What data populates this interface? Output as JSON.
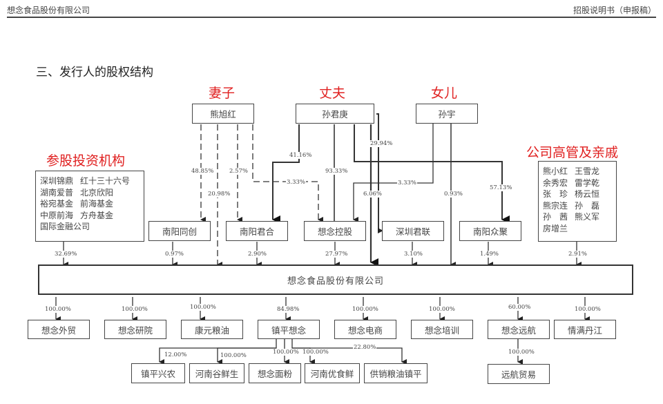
{
  "header": {
    "company": "想念食品股份有限公司",
    "doc_type": "招股说明书（申报稿）"
  },
  "section_title": "三、发行人的股权结构",
  "annotations": {
    "wife": "妻子",
    "husband": "丈夫",
    "daughter": "女儿",
    "investors": "参股投资机构",
    "executives": "公司高管及亲戚"
  },
  "colors": {
    "annotation": "#e02020",
    "line": "#333333"
  },
  "persons": {
    "xiong_xuhong": "熊旭红",
    "sun_junqing": "孙君庚",
    "sun_yu": "孙宇"
  },
  "investors_box": {
    "rows": [
      [
        "深圳锦鼎",
        "红十三十六号"
      ],
      [
        "湖南爱普",
        "北京欣阳"
      ],
      [
        "裕宛基金",
        "前海基金"
      ],
      [
        "中原前海",
        "方舟基金"
      ],
      [
        "国际金融公司",
        ""
      ]
    ]
  },
  "executives_box": {
    "rows": [
      [
        "熊小红",
        "王雪龙"
      ],
      [
        "余秀宏",
        "雷学乾"
      ],
      [
        "张　珍",
        "杨云恒"
      ],
      [
        "熊宗连",
        "孙　磊"
      ],
      [
        "孙　茜",
        "熊义军"
      ],
      [
        "房增兰",
        ""
      ]
    ]
  },
  "shareholders": {
    "nanyang_tongchuang": "南阳同创",
    "nanyang_junhe": "南阳君合",
    "xiangnian_konggu": "想念控股",
    "shenzhen_junlian": "深圳君联",
    "nanyang_zhongju": "南阳众聚"
  },
  "upper_percentages": {
    "xiong_to_tongchuang": "48.85%",
    "xiong_to_main": "20.98%",
    "xiong_to_junhe": "2.57%",
    "xiong_to_konggu": "3.33%",
    "sun_to_junhe": "41.16%",
    "sun_to_konggu": "93.33%",
    "sun_to_main": "29.94%",
    "sun_to_junlian": "6.06%",
    "sunyu_to_konggu": "3.33%",
    "sunyu_to_main": "0.93%",
    "sun_to_zhongju": "57.13%"
  },
  "holdings_in_issuer": {
    "investors": "32.69%",
    "nanyang_tongchuang": "0.97%",
    "nanyang_junhe": "2.90%",
    "xiangnian_konggu": "27.97%",
    "shenzhen_junlian": "3.10%",
    "nanyang_zhongju": "1.49%",
    "executives": "2.91%"
  },
  "issuer": "想念食品股份有限公司",
  "subsidiaries": [
    {
      "name": "想念外贸",
      "pct": "100.00%"
    },
    {
      "name": "想念研院",
      "pct": "100.00%"
    },
    {
      "name": "康元粮油",
      "pct": "100.00%"
    },
    {
      "name": "镇平想念",
      "pct": "84.98%"
    },
    {
      "name": "想念电商",
      "pct": "100.00%"
    },
    {
      "name": "想念培训",
      "pct": "100.00%"
    },
    {
      "name": "想念远航",
      "pct": "60.00%"
    },
    {
      "name": "情满丹江",
      "pct": "100.00%"
    }
  ],
  "zhenping_subsidiaries": [
    {
      "name": "镇平兴农",
      "pct": "12.00%"
    },
    {
      "name": "河南谷鲜生",
      "pct": "100.00%"
    },
    {
      "name": "想念面粉",
      "pct": "100.00%"
    },
    {
      "name": "河南优食鲜",
      "pct": "100.00%"
    },
    {
      "name": "供销粮油镇平",
      "pct": "22.80%"
    }
  ],
  "yuanhang_subsidiary": {
    "name": "远航贸易",
    "pct": "100.00%"
  }
}
